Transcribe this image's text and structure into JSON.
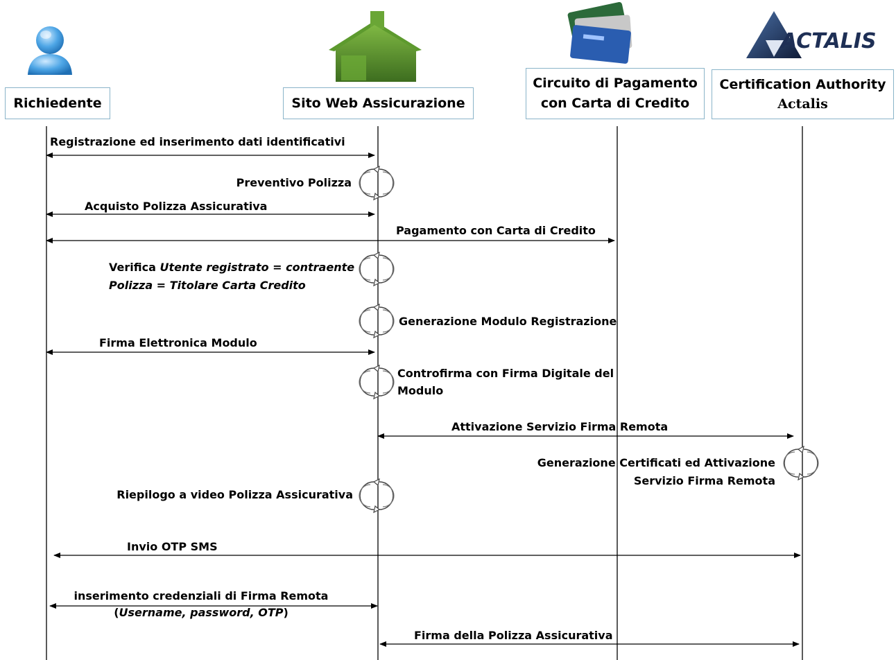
{
  "actors": {
    "richiedente": "Richiedente",
    "sito_web": "Sito Web Assicurazione",
    "circuito_line1": "Circuito di Pagamento",
    "circuito_line2": "con Carta di Credito",
    "ca_line1": "Certification Authority",
    "ca_line2": "Actalis"
  },
  "logo": {
    "actalis": "ACTALIS"
  },
  "messages": {
    "registrazione": "Registrazione ed inserimento dati identificativi",
    "preventivo": "Preventivo Polizza",
    "acquisto": "Acquisto Polizza Assicurativa",
    "pagamento": "Pagamento con Carta di Credito",
    "verifica_prefix": "Verifica ",
    "verifica_italic1": "Utente registrato = contraente",
    "verifica_italic2": "Polizza = Titolare Carta Credito",
    "generazione_modulo": "Generazione Modulo Registrazione",
    "firma_elettronica": "Firma Elettronica Modulo",
    "controfirma_line1": "Controfirma con Firma Digitale del",
    "controfirma_line2": "Modulo",
    "attivazione": "Attivazione Servizio Firma Remota",
    "generazione_cert_line1": "Generazione Certificati ed Attivazione",
    "generazione_cert_line2": "Servizio Firma Remota",
    "riepilogo": "Riepilogo a video Polizza Assicurativa",
    "invio_otp": "Invio OTP SMS",
    "inserimento_line1": "inserimento  credenziali di Firma Remota",
    "inserimento_paren_open": "(",
    "inserimento_italic": "Username, password, OTP",
    "inserimento_paren_close": ")",
    "firma_polizza": "Firma della Polizza Assicurativa"
  },
  "colors": {
    "line": "#000000",
    "box_border": "#8ab4c9",
    "logo_blue": "#1e2f55",
    "house_green": "#4f8a2a",
    "user_blue": "#3d9ad8"
  },
  "icons": [
    "user-icon",
    "house-icon",
    "credit-cards-icon",
    "actalis-logo",
    "cycle-icon"
  ]
}
